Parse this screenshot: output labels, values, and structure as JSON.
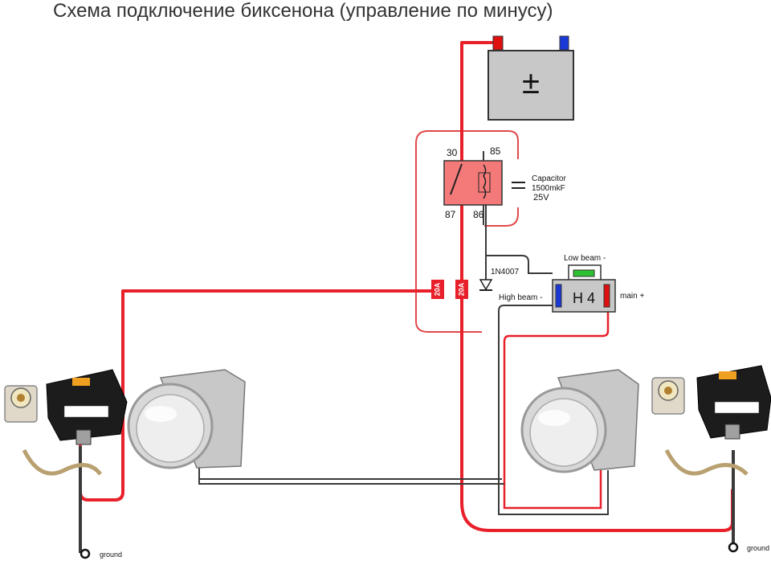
{
  "title": "Схема подключение биксенона (управление по минусу)",
  "battery": {
    "symbol": "±"
  },
  "relay": {
    "pin_30": "30",
    "pin_85": "85",
    "pin_87": "87",
    "pin_86": "86"
  },
  "capacitor": {
    "line1": "Capacitor",
    "line2": "1500mkF",
    "line3": "25V"
  },
  "diode": {
    "label": "1N4007"
  },
  "fuses": [
    {
      "label": "20A"
    },
    {
      "label": "20A"
    }
  ],
  "h4": {
    "label": "H 4",
    "low_beam": "Low beam -",
    "high_beam": "High beam -",
    "main": "main +"
  },
  "ground": {
    "left": "ground",
    "right": "ground"
  },
  "colors": {
    "wire_red": "#e8202a",
    "wire_dark": "#3a3a3a",
    "frame_red": "#e04a4a",
    "battery_gray": "#c8c8c8",
    "relay_fill": "#f47a7a",
    "pin_blue": "#1a3ad8",
    "pin_green": "#2ec030",
    "pin_red": "#e01010"
  }
}
